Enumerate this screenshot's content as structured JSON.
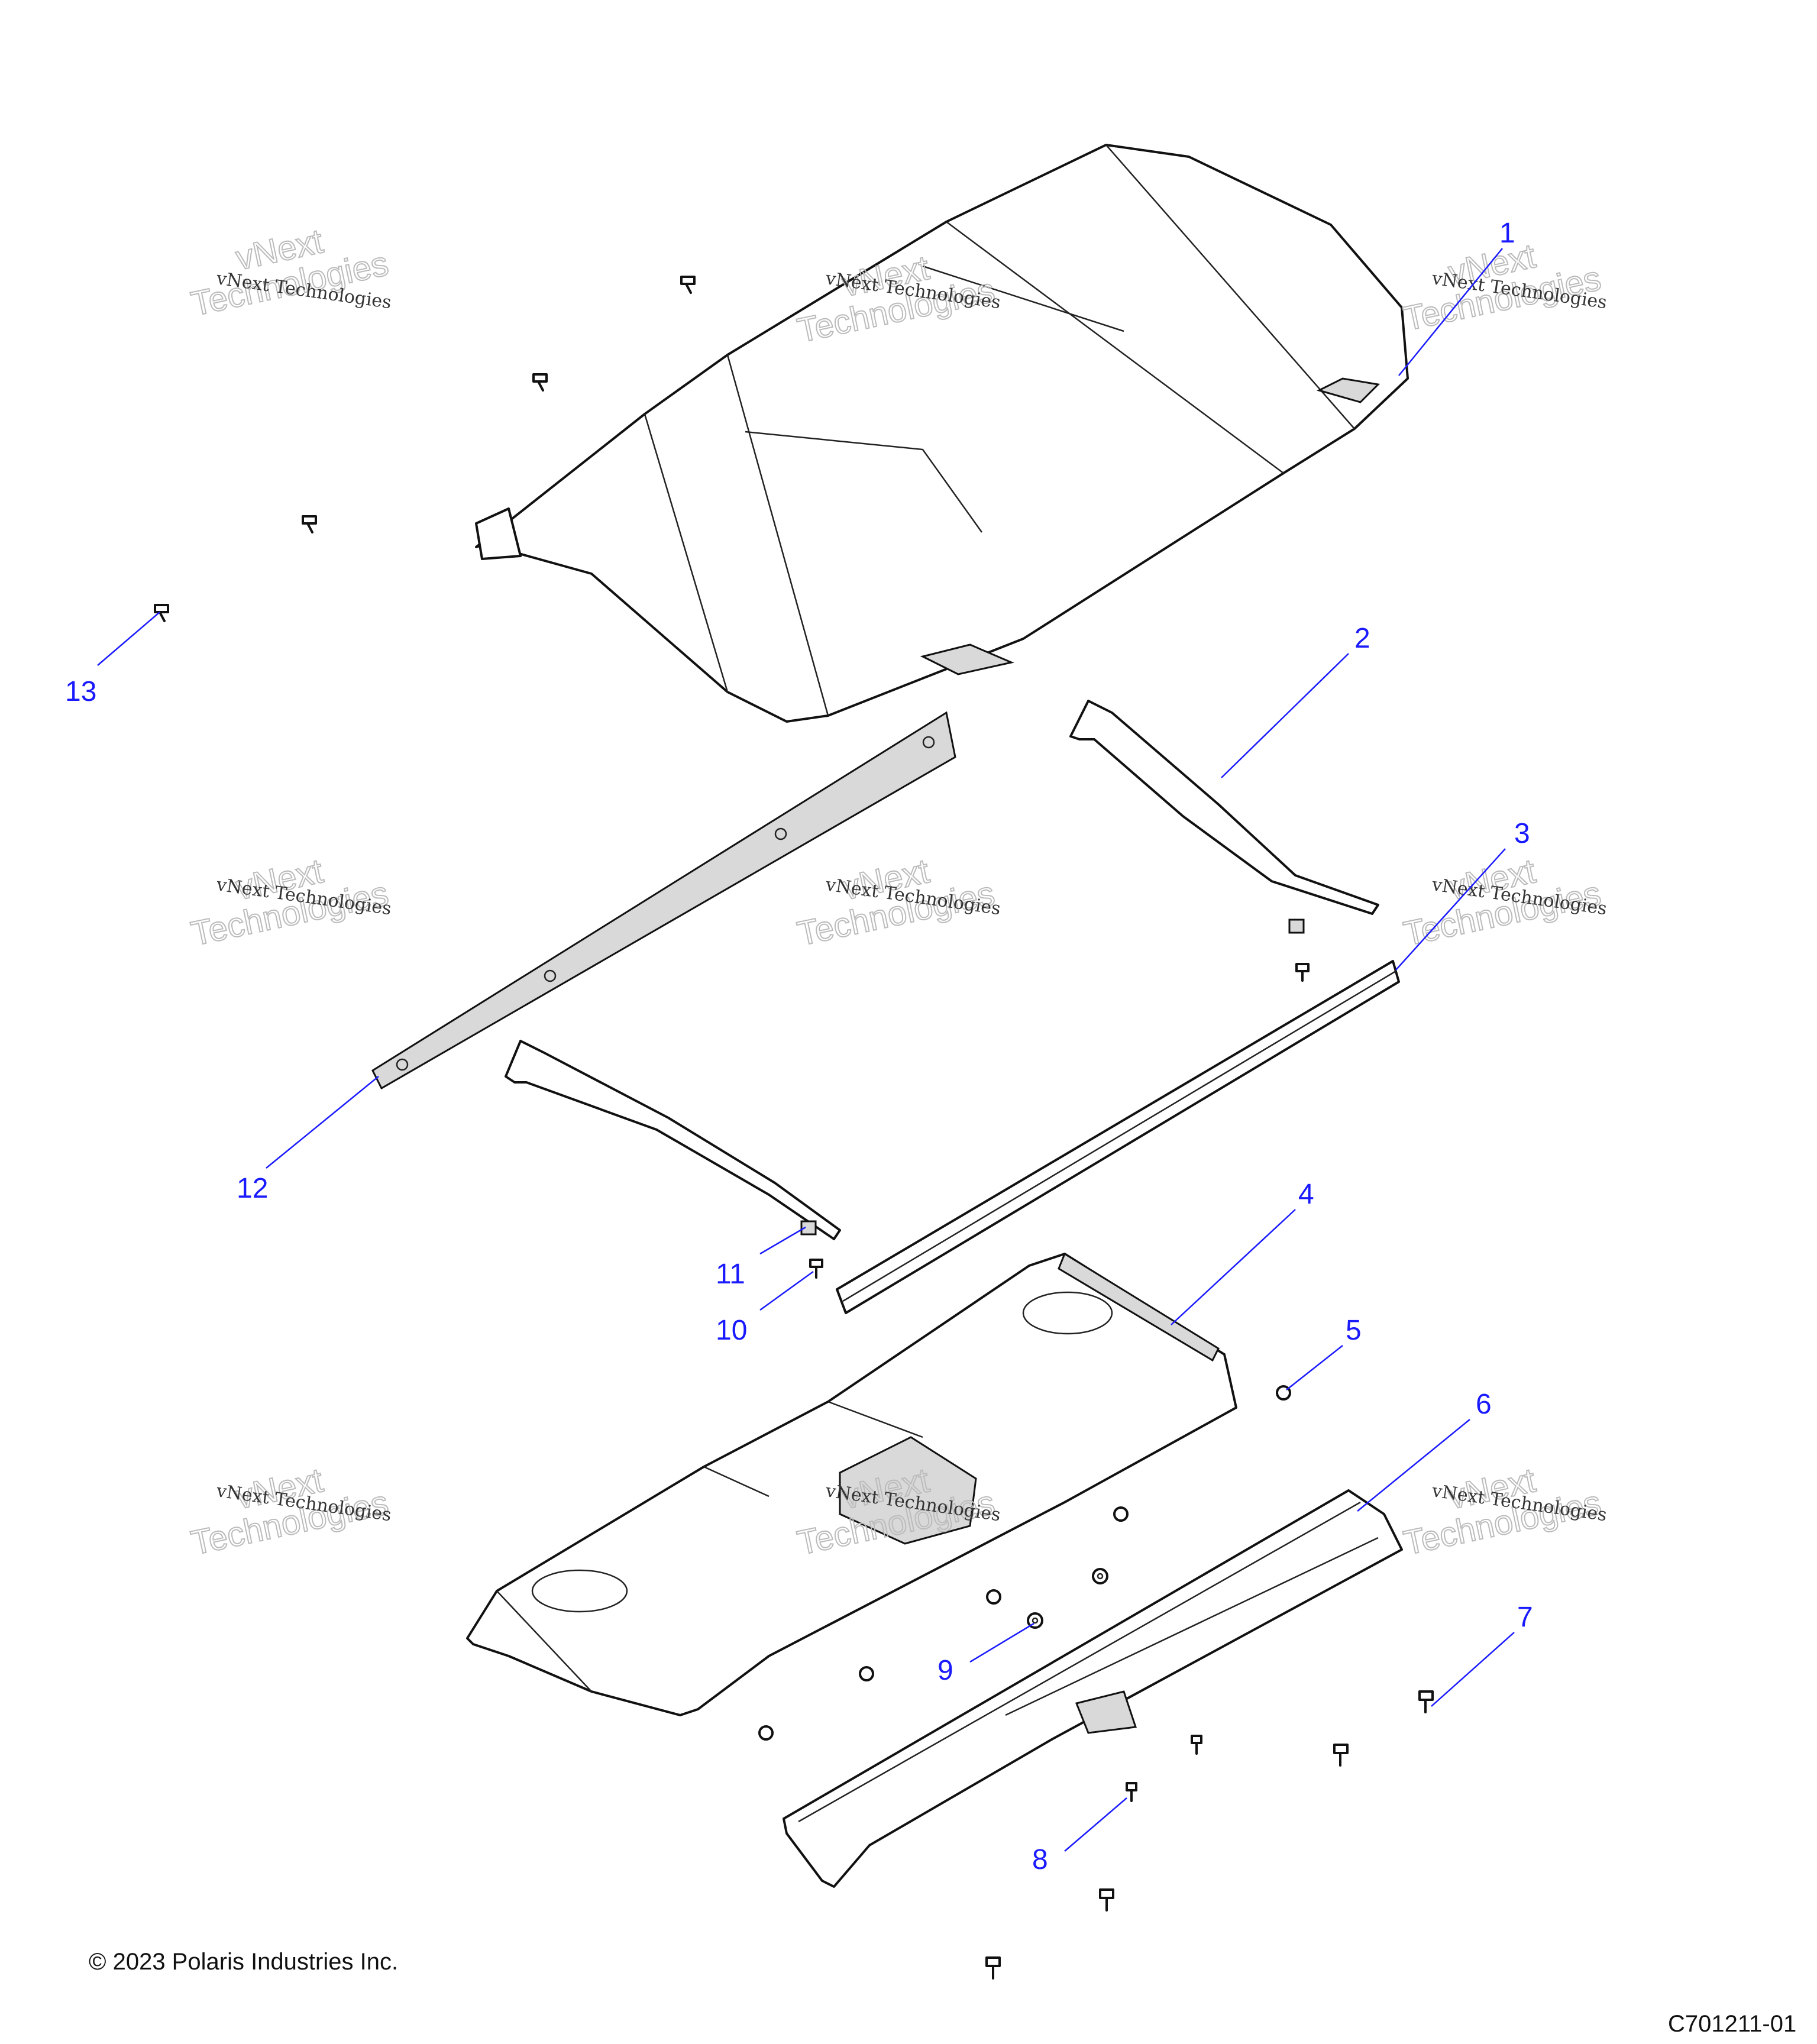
{
  "callouts": [
    {
      "label": "1"
    },
    {
      "label": "2"
    },
    {
      "label": "3"
    },
    {
      "label": "4"
    },
    {
      "label": "5"
    },
    {
      "label": "6"
    },
    {
      "label": "7"
    },
    {
      "label": "8"
    },
    {
      "label": "9"
    },
    {
      "label": "10"
    },
    {
      "label": "11"
    },
    {
      "label": "12"
    },
    {
      "label": "13"
    }
  ],
  "watermark": {
    "line1": "vNext Technologies",
    "line2": "vNext",
    "line3": "Technologies"
  },
  "footer": {
    "copyright": "© 2023 Polaris Industries Inc.",
    "drawing_number": "C701211-01"
  },
  "colors": {
    "callout": "#1a1aff",
    "line": "#111111",
    "shade": "#d9d9d9"
  }
}
